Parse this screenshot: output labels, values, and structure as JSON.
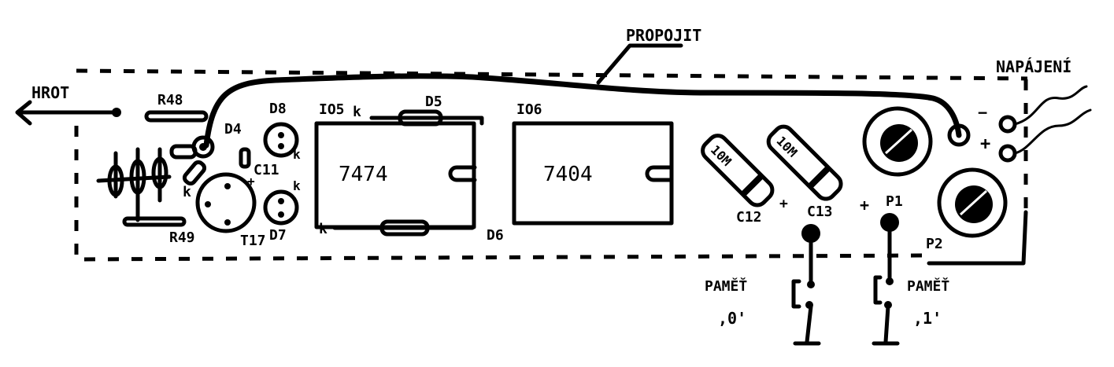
{
  "labels": {
    "propojit": "PROPOJIT",
    "napajeni": "NAPÁJENÍ",
    "hrot": "HROT",
    "r48": "R48",
    "r49": "R49",
    "d4": "D4",
    "d5": "D5",
    "d6": "D6",
    "d7": "D7",
    "d8": "D8",
    "c11": "C11",
    "c12": "C12",
    "c13": "C13",
    "t17": "T17",
    "io5": "IO5",
    "io6": "IO6",
    "io5_type": "7474",
    "io6_type": "7404",
    "c12_value": "10M",
    "c13_value": "10M",
    "p1": "P1",
    "p2": "P2",
    "pamet0_line1": "PAMĚŤ",
    "pamet0_line2": ",0'",
    "pamet1_line1": "PAMĚŤ",
    "pamet1_line2": ",1'",
    "cathode": "k",
    "plus": "+",
    "minus": "−"
  }
}
